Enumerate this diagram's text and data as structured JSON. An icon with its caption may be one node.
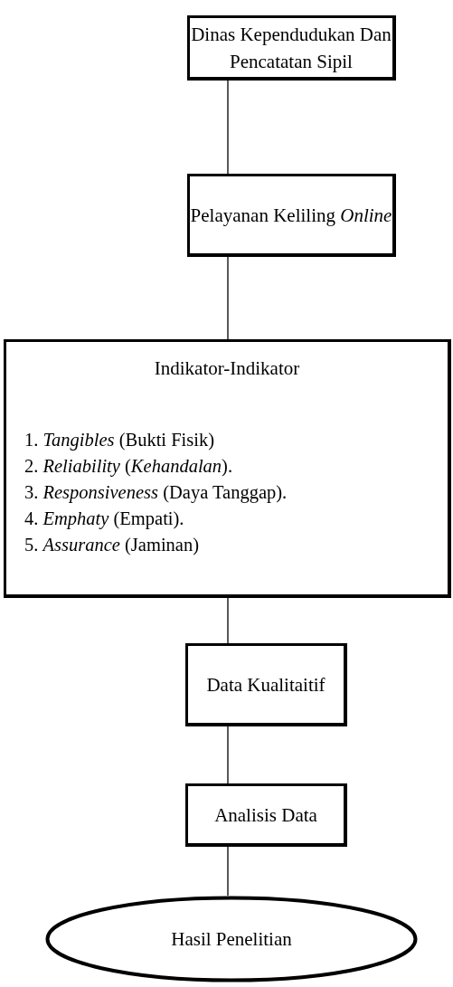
{
  "diagram": {
    "nodes": [
      {
        "text": [
          "Dinas Kependudukan Dan Pencatatan Sipil"
        ]
      },
      {
        "text": [
          "Pelayanan Keliling *Online*"
        ]
      },
      {
        "text": [
          "Indikator-Indikator",
          "1. *Tangibles* (Bukti Fisik)",
          "2. *Reliability* (*Kehandalan*).",
          "3. *Responsiveness* (Daya Tanggap).",
          "4. *Emphaty* (Empati).",
          "5. *Assurance* (Jaminan)"
        ]
      },
      {
        "text": [
          "Data Kualitaitif"
        ]
      },
      {
        "text": [
          "Analisis Data"
        ]
      },
      {
        "text": [
          "Hasil Penelitian"
        ]
      }
    ],
    "edges": [
      {
        "from": 0,
        "to": 1,
        "arrow": "none"
      },
      {
        "from": 1,
        "to": 2,
        "arrow": "none"
      },
      {
        "from": 2,
        "to": 3,
        "arrow": "none"
      },
      {
        "from": 3,
        "to": 4,
        "arrow": "none"
      },
      {
        "from": 4,
        "to": 5,
        "arrow": "none"
      }
    ]
  }
}
